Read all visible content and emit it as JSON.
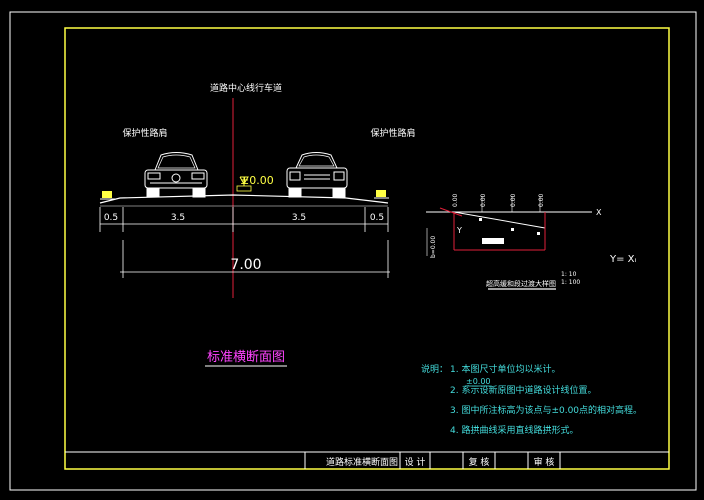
{
  "colors": {
    "background": "#000000",
    "frame_outer": "#ffffff",
    "frame_inner": "#ffff44",
    "centerline": "#e0203a",
    "dimension": "#ffffff",
    "annotation_cyan": "#44dddd",
    "text_yellow": "#f0f060",
    "title_magenta": "#ff44ff",
    "notes_cyan": "#44dddd"
  },
  "labels": {
    "road_center": "道路中心线行车道",
    "left_shoulder": "保护性路肩",
    "right_shoulder": "保护性路肩",
    "elevation": "±0.00",
    "dim_left_shoulder": "0.5",
    "dim_left_lane": "3.5",
    "dim_right_lane": "3.5",
    "dim_right_shoulder": "0.5",
    "dim_total": "7.00",
    "drawing_title": "标准横断面图"
  },
  "slope_detail": {
    "axis_x": "X",
    "axis_y": "Y",
    "formula": "Y= Xᵢ",
    "top_labels": [
      "0.00",
      "0.00",
      "0.00",
      "0.00"
    ],
    "left_label": "b=0.00",
    "caption": "超高缓和段过渡大样图",
    "scale_h": "1: 10",
    "scale_v": "1: 100"
  },
  "notes": {
    "heading": "说明：",
    "items": [
      "1. 本图尺寸单位均以米计。",
      "2.    系示设新原图中道路设计线位置。",
      "3. 图中所注标高为该点与±0.00点的相对高程。",
      "4. 路拱曲线采用直线路拱形式。"
    ],
    "item2_symbol": "±0.00"
  },
  "title_block": {
    "drawing_name": "道路标准横断面图",
    "design": "设 计",
    "check": "复 核",
    "approve": "审 核"
  }
}
